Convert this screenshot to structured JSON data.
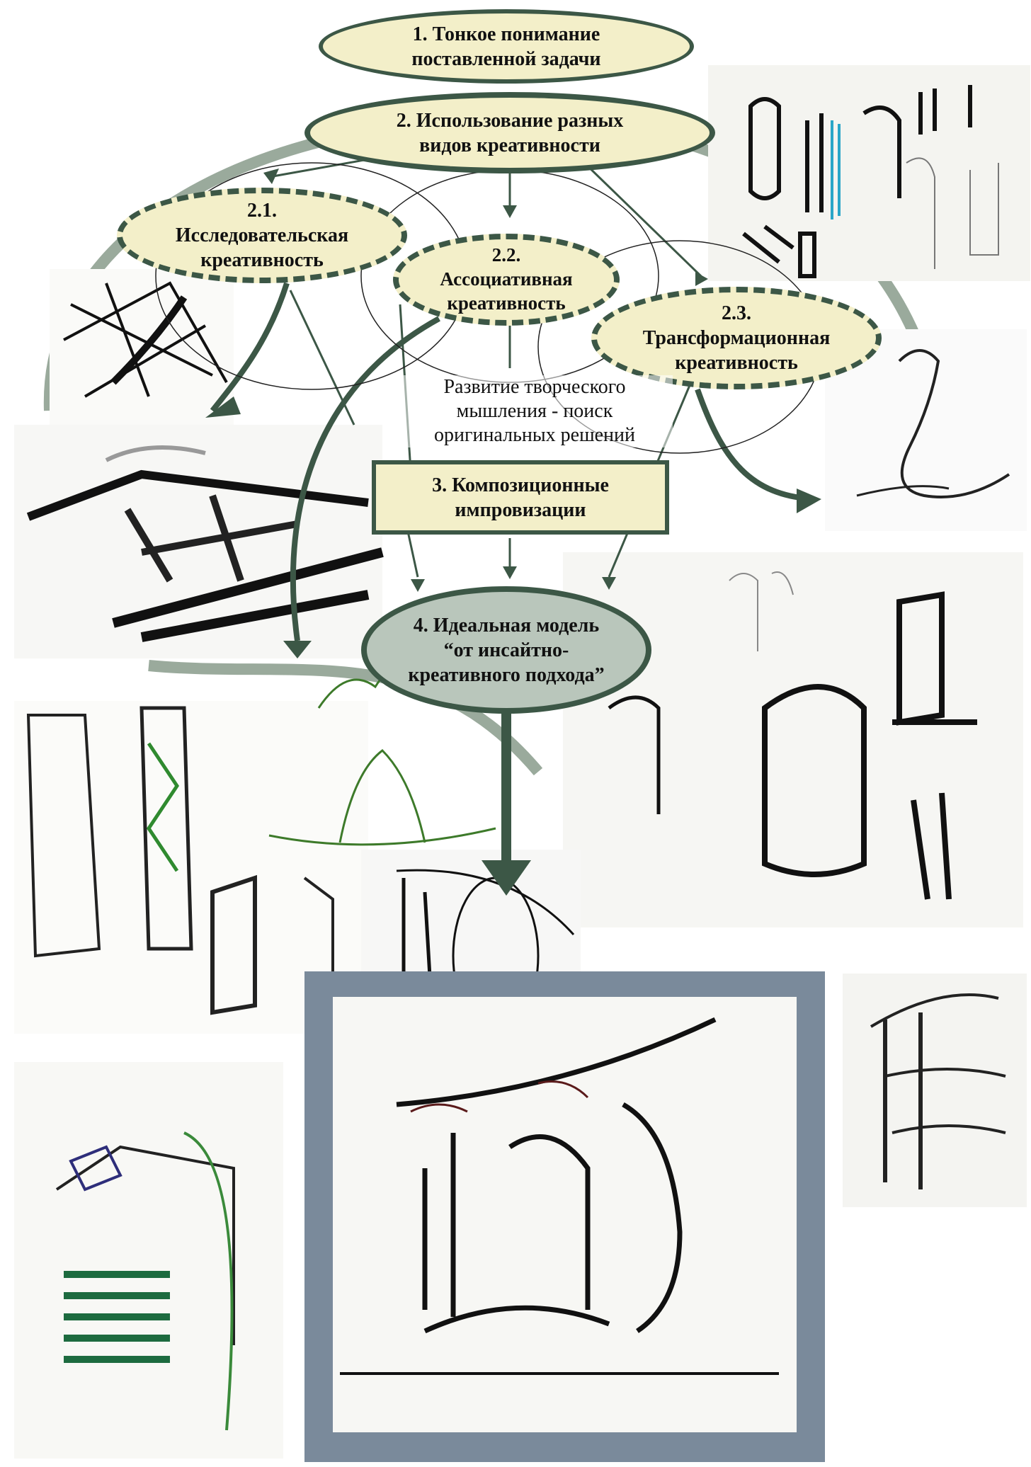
{
  "nodes": {
    "n1": "1. Тонкое понимание\nпоставленной задачи",
    "n2": "2. Использование разных\nвидов креативности",
    "n21": "2.1.\nИсследовательская\nкреативность",
    "n22": "2.2.\nАссоциативная\nкреативность",
    "n23": "2.3.\nТрансформационная\nкреативность",
    "n3": "3. Композиционные\nимпровизации",
    "n4": "4. Идеальная модель\n“от инсайтно-\nкреативного подхода”"
  },
  "caption": "Развитие творческого\nмышления - поиск\nоригинальных решений",
  "colors": {
    "node_fill": "#f3efc9",
    "node_border": "#3c5746",
    "arc": "#9aaa9c",
    "frame": "#7a8a9b",
    "final_node_fill": "#b9c6bb"
  }
}
